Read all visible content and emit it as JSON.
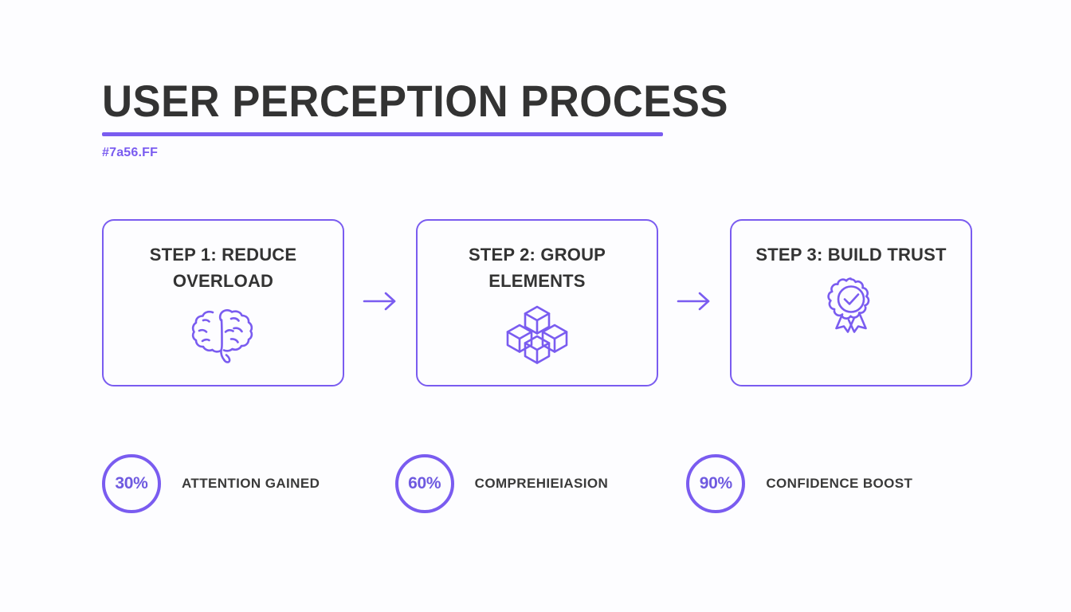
{
  "header": {
    "title": "USER PERCEPTION PROCESS",
    "subtitle": "#7a56.FF",
    "accent_color": "#7a5cf0",
    "title_color": "#333333"
  },
  "steps": [
    {
      "title": "STEP 1: REDUCE OVERLOAD",
      "icon": "brain-icon"
    },
    {
      "title": "STEP 2: GROUP ELEMENTS",
      "icon": "cubes-icon"
    },
    {
      "title": "STEP 3: BUILD TRUST",
      "icon": "award-badge-icon"
    }
  ],
  "connectors": [
    {
      "icon": "arrow-right-icon"
    },
    {
      "icon": "arrow-right-icon"
    }
  ],
  "stats": [
    {
      "value": "30%",
      "label": "ATTENTION GAINED"
    },
    {
      "value": "60%",
      "label": "COMPREHIEIASION"
    },
    {
      "value": "90%",
      "label": "CONFIDENCE BOOST"
    }
  ],
  "theme": {
    "background": "#fdfdff",
    "accent": "#7a5cf0",
    "stat_value_color": "#6f5ae0",
    "text_dark": "#333333"
  }
}
